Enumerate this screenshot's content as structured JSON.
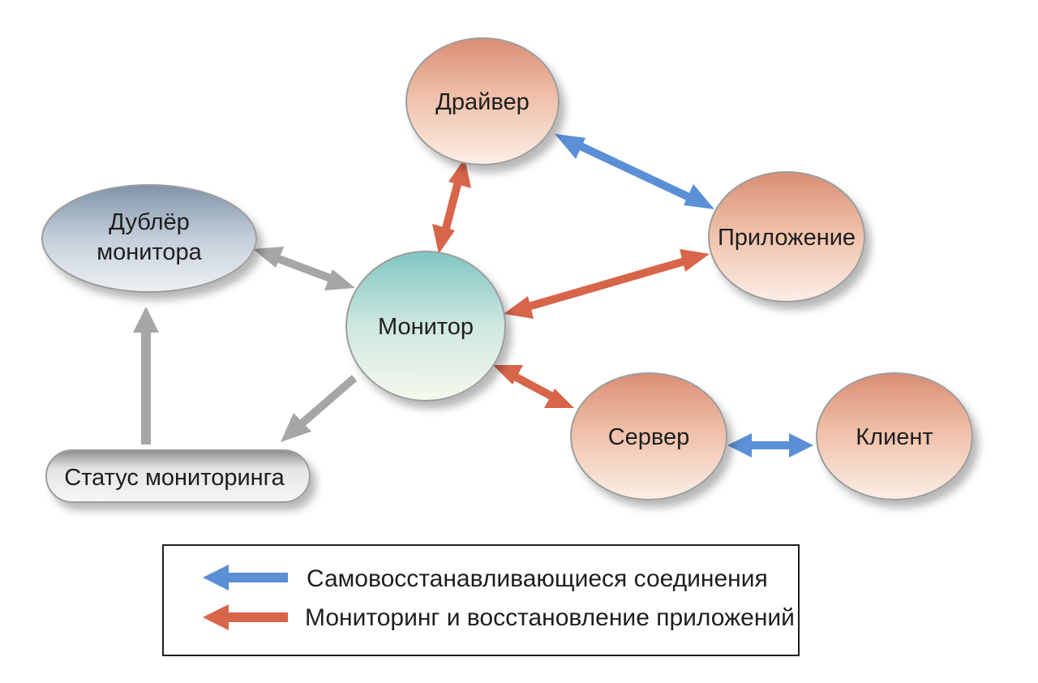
{
  "nodes": {
    "driver": "Драйвер",
    "application": "Приложение",
    "monitor_backup_line1": "Дублёр",
    "monitor_backup_line2": "монитора",
    "monitor": "Монитор",
    "server": "Сервер",
    "client": "Клиент",
    "monitoring_status": "Статус мониторинга"
  },
  "legend": {
    "self_healing": "Самовосстанавливающиеся соединения",
    "monitoring_recovery": "Мониторинг и восстановление приложений"
  },
  "colors": {
    "blue_arrow": "#5b8fd6",
    "red_arrow": "#d7654a",
    "gray_arrow": "#a6a6a6",
    "node_orange_top": "#d98e74",
    "node_orange_bottom": "#fbeee6",
    "monitor_top": "#7ec6c2",
    "monitor_bottom": "#f6f9ee",
    "backup_top": "#7f93a8",
    "backup_bottom": "#eef1f4"
  }
}
